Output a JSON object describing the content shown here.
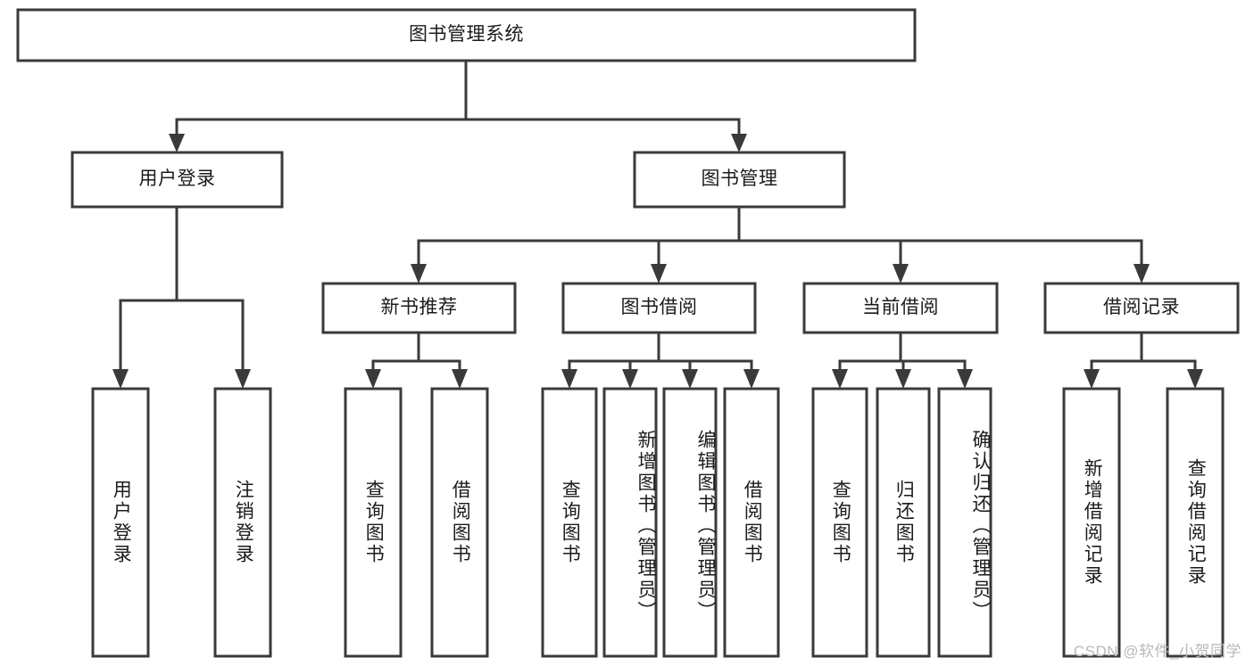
{
  "diagram": {
    "type": "tree",
    "title": "图书管理系统",
    "watermark": "CSDN @软件_小贺同学",
    "root": {
      "label": "图书管理系统"
    },
    "level2": [
      {
        "label": "用户登录"
      },
      {
        "label": "图书管理"
      }
    ],
    "level3": [
      {
        "label": "新书推荐"
      },
      {
        "label": "图书借阅"
      },
      {
        "label": "当前借阅"
      },
      {
        "label": "借阅记录"
      }
    ],
    "leaves": {
      "user_login": [
        {
          "label": "用户登录"
        },
        {
          "label": "注销登录"
        }
      ],
      "new_book_recommend": [
        {
          "label": "查询图书"
        },
        {
          "label": "借阅图书"
        }
      ],
      "book_borrow": [
        {
          "label": "查询图书"
        },
        {
          "label": "新增图书（管理员）"
        },
        {
          "label": "编辑图书（管理员）"
        },
        {
          "label": "借阅图书"
        }
      ],
      "current_borrow": [
        {
          "label": "查询图书"
        },
        {
          "label": "归还图书"
        },
        {
          "label": "确认归还（管理员）"
        }
      ],
      "borrow_records": [
        {
          "label": "新增借阅记录"
        },
        {
          "label": "查询借阅记录"
        }
      ]
    },
    "colors": {
      "stroke": "#3a3a3a",
      "fill": "#ffffff",
      "text": "#1b1b1b",
      "watermark": "#b9b9b9"
    }
  }
}
